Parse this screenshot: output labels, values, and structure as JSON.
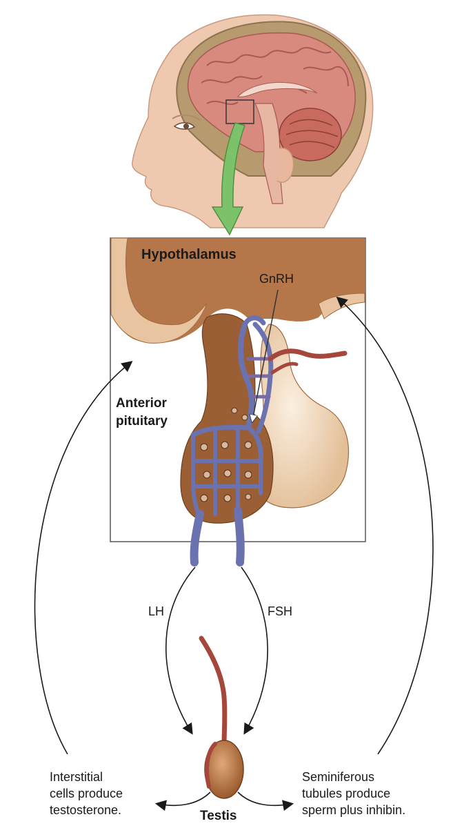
{
  "labels": {
    "hypothalamus": "Hypothalamus",
    "gnrh": "GnRH",
    "anterior_pituitary_line1": "Anterior",
    "anterior_pituitary_line2": "pituitary",
    "lh": "LH",
    "fsh": "FSH",
    "testis": "Testis",
    "interstitial_line1": "Interstitial",
    "interstitial_line2": "cells produce",
    "interstitial_line3": "testosterone.",
    "seminiferous_line1": "Seminiferous",
    "seminiferous_line2": "tubules produce",
    "seminiferous_line3": "sperm plus inhibin."
  },
  "colors": {
    "tissue_brown": "#b5774a",
    "pituitary_light": "#e8c4a0",
    "vessel_blue": "#6b72b0",
    "vessel_red": "#a5473a",
    "pointer_green": "#7cc26a",
    "brain_pink": "#d98a7e",
    "skin": "#eec9b0"
  }
}
